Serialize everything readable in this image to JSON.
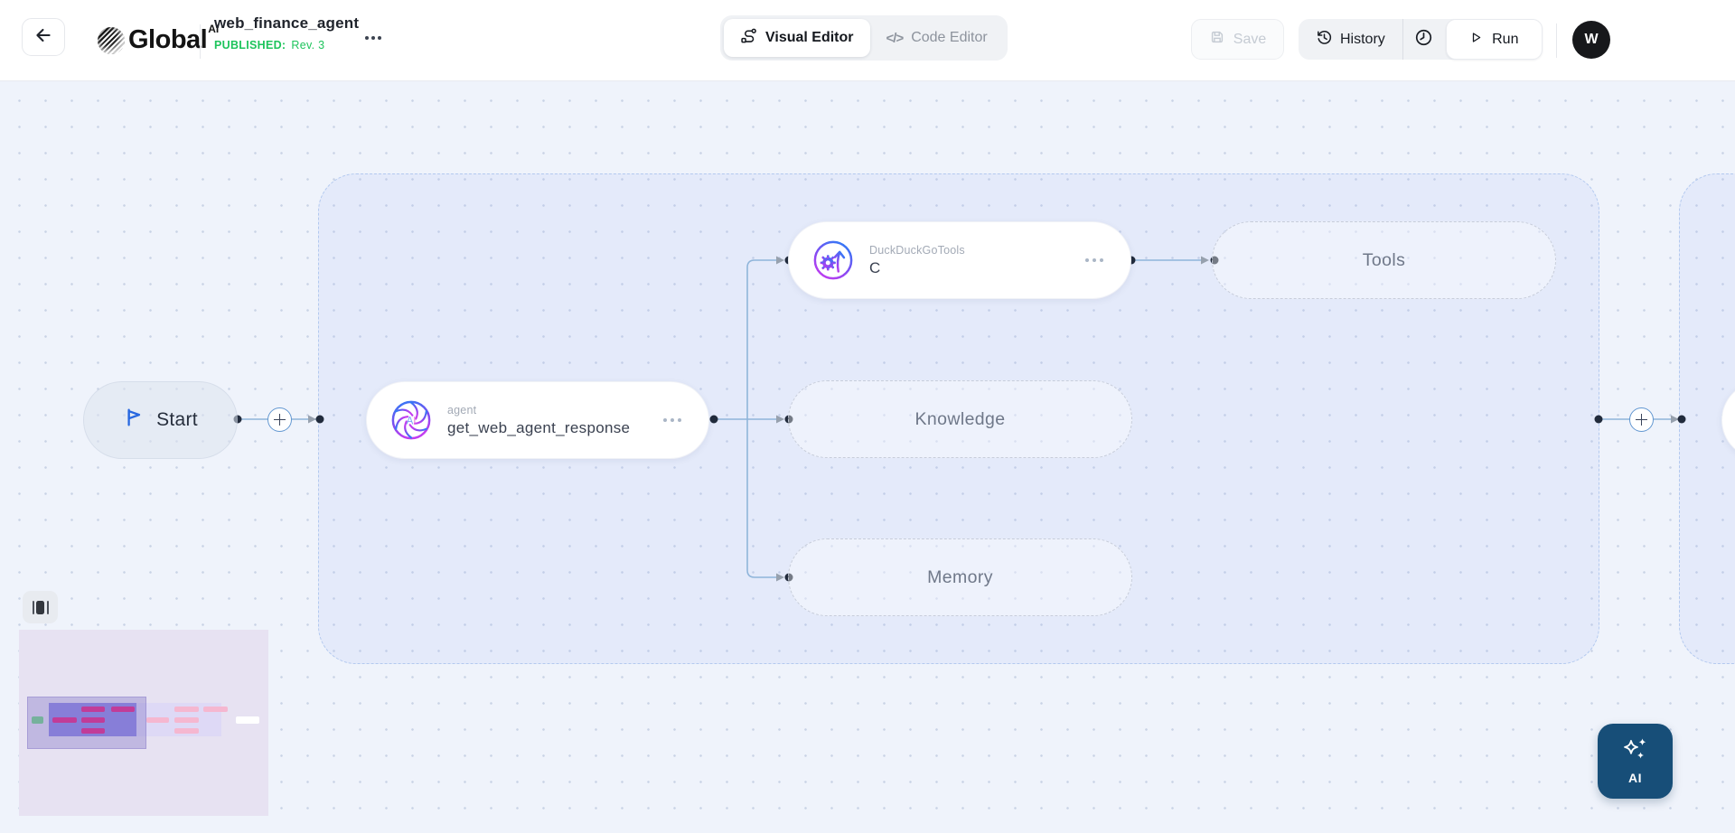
{
  "app": {
    "name": "Global",
    "name_superscript": "AI"
  },
  "header": {
    "title": "web_finance_agent",
    "status_label": "PUBLISHED:",
    "revision_label": "Rev. 3",
    "tabs": [
      {
        "label": "Visual Editor",
        "active": true
      },
      {
        "label": "Code Editor",
        "active": false
      }
    ],
    "save_label": "Save",
    "history_label": "History",
    "run_label": "Run",
    "avatar_initial": "W"
  },
  "icons": {
    "code_editor_glyph": "</>"
  },
  "canvas": {
    "start_node": {
      "label": "Start"
    },
    "agent_node": {
      "type_label": "agent",
      "name": "get_web_agent_response"
    },
    "tool_node": {
      "type_label": "DuckDuckGoTools",
      "value": "C"
    },
    "placeholder_nodes": [
      {
        "label": "Tools"
      },
      {
        "label": "Knowledge"
      },
      {
        "label": "Memory"
      }
    ],
    "ai_assistant_label": "AI"
  },
  "colors": {
    "published_green": "#1ec45c",
    "edge_blue": "#8fb5da",
    "connection_dot": "#212b3c",
    "group_fill": "#e6ebfa",
    "group_border": "#b3c9ef",
    "node_gradient_start": "#2f7bf6",
    "node_gradient_end": "#c23df0",
    "ai_button_navy": "#174e78",
    "minimap_group_purple": "#8b85e4",
    "minimap_node_magenta": "#e81a7c",
    "start_flag_blue": "#2767e0"
  }
}
